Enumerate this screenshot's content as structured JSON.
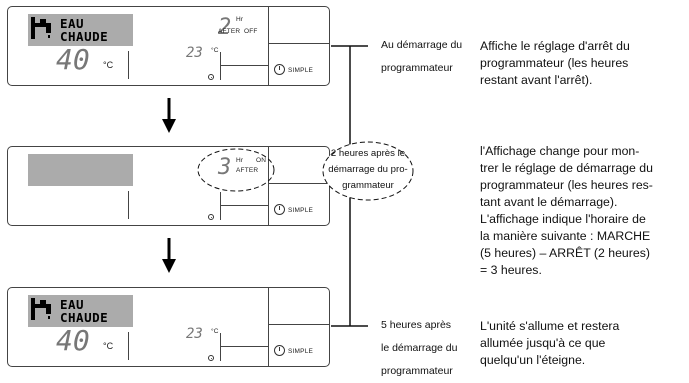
{
  "mode": "EAU CHAUDE",
  "mode_line1": "EAU",
  "mode_line2": "CHAUDE",
  "deg_c": "°C",
  "c_small": "°C",
  "hr": "Hr",
  "after": "AFTER",
  "off": "OFF",
  "on": "ON",
  "simple": "SIMPLE",
  "panels": [
    {
      "setpoint": "40",
      "room_temp": "23",
      "timer_hours": "2"
    },
    {
      "timer_hours": "3"
    },
    {
      "setpoint": "40",
      "room_temp": "23"
    }
  ],
  "bubble": {
    "line1": "2 heures après le",
    "line2": "démarrage du pro-",
    "line3": "grammateur"
  },
  "steps": [
    {
      "caption_lines": [
        "Au démarrage du",
        "programmateur"
      ],
      "desc_lines": [
        "Affiche le réglage d'arrêt du",
        "programmateur (les heures",
        "restant avant l'arrêt)."
      ]
    },
    {
      "desc_lines": [
        "l'Affichage change pour mon-",
        "trer le réglage de démarrage du",
        "programmateur (les heures res-",
        "tant avant le démarrage).",
        "L'affichage indique l'horaire de",
        "la manière suivante : MARCHE",
        "(5 heures) – ARRÊT (2 heures)",
        "= 3 heures."
      ]
    },
    {
      "caption_lines": [
        "5 heures après",
        "le démarrage du",
        "programmateur"
      ],
      "desc_lines": [
        "L'unité s'allume et restera",
        "allumée jusqu'à ce que",
        "quelqu'un l'éteigne."
      ]
    }
  ]
}
